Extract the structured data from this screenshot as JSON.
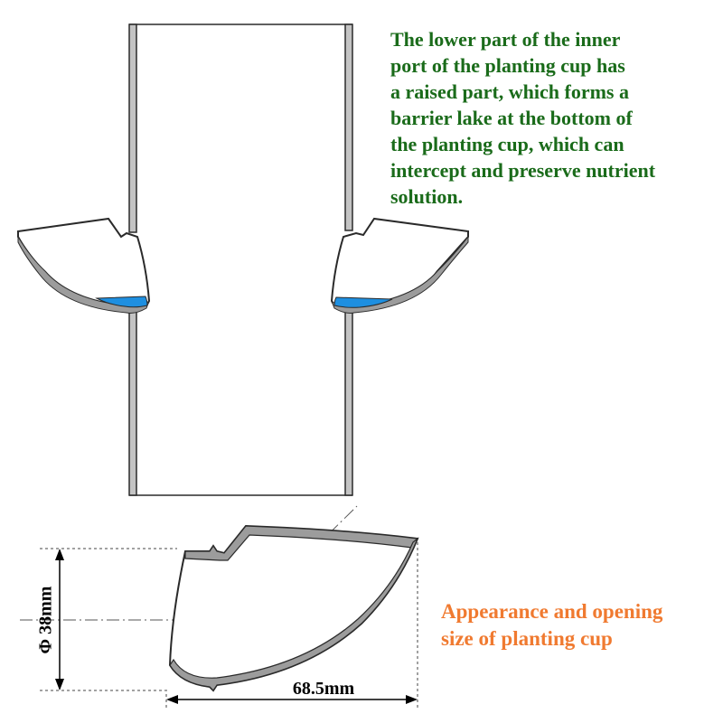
{
  "notes": {
    "description_lines": [
      "The lower part of the inner",
      "port of the planting cup has",
      "a raised part, which forms a",
      "barrier lake at the bottom of",
      "the planting cup, which can",
      "intercept and preserve nutrient",
      "solution."
    ],
    "caption_lines": [
      "Appearance and opening",
      "size of planting cup"
    ]
  },
  "dimensions": {
    "diameter": "Φ 38mm",
    "length": "68.5mm"
  },
  "colors": {
    "description_text": "#1a6b1a",
    "caption_text": "#f07a30",
    "nutrient_solution": "#1e8fe0",
    "cup_wall": "#9c9c9c",
    "outline": "#2a2a2a"
  }
}
